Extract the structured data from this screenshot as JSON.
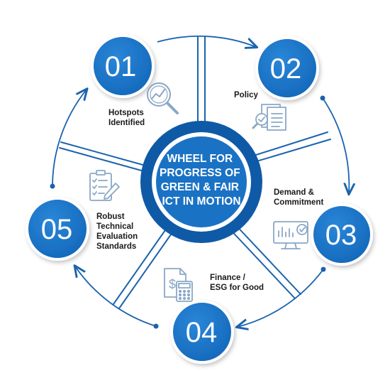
{
  "hub": {
    "lines": [
      "WHEEL FOR",
      "PROGRESS OF",
      "GREEN & FAIR",
      "ICT IN MOTION"
    ]
  },
  "stages": [
    {
      "number": "01",
      "label_lines": [
        "Hotspots",
        "Identified"
      ],
      "icon": "magnifier-chart-icon"
    },
    {
      "number": "02",
      "label_lines": [
        "Policy"
      ],
      "icon": "policy-documents-icon"
    },
    {
      "number": "03",
      "label_lines": [
        "Demand &",
        "Commitment"
      ],
      "icon": "monitor-dashboard-icon"
    },
    {
      "number": "04",
      "label_lines": [
        "Finance /",
        "ESG for Good"
      ],
      "icon": "finance-calculator-icon"
    },
    {
      "number": "05",
      "label_lines": [
        "Robust",
        "Technical",
        "Evaluation",
        "Standards"
      ],
      "icon": "clipboard-checklist-icon"
    }
  ],
  "colors": {
    "primary": "#1a72c4",
    "dark": "#0f5aa6",
    "line": "#1b63ad",
    "icon": "#8aa7c6",
    "text": "#1a1a1a"
  }
}
